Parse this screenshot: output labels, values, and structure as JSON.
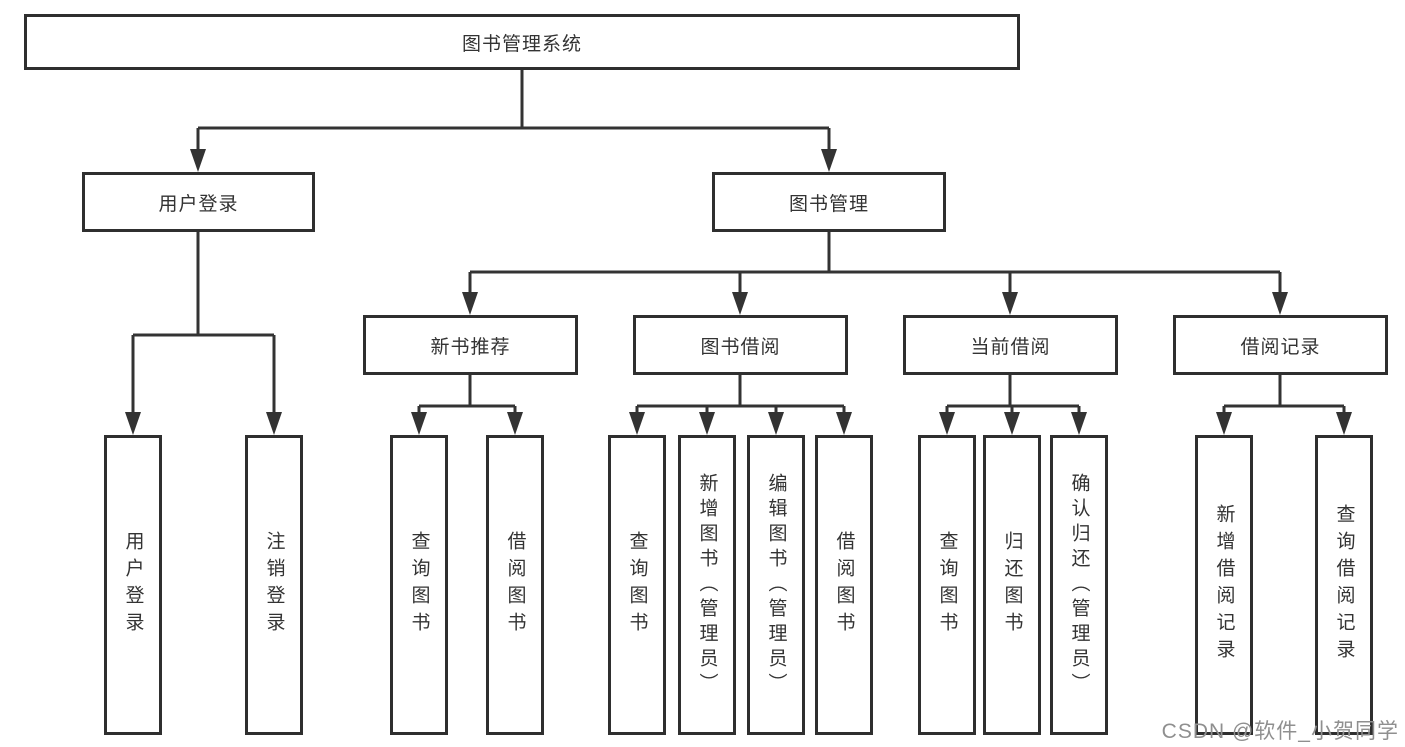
{
  "style": {
    "background": "#ffffff",
    "box_border_color": "#2f2f2f",
    "line_color": "#333333",
    "text_color": "#333333"
  },
  "watermark": {
    "text": "CSDN @软件_小贺同学",
    "color": "#8f8f8f"
  },
  "tree": {
    "label": "图书管理系统",
    "children": [
      {
        "label": "用户登录",
        "children": [
          {
            "label": "用户登录"
          },
          {
            "label": "注销登录"
          }
        ]
      },
      {
        "label": "图书管理",
        "children": [
          {
            "label": "新书推荐",
            "children": [
              {
                "label": "查询图书"
              },
              {
                "label": "借阅图书"
              }
            ]
          },
          {
            "label": "图书借阅",
            "children": [
              {
                "label": "查询图书"
              },
              {
                "label": "新增图书（管理员）"
              },
              {
                "label": "编辑图书（管理员）"
              },
              {
                "label": "借阅图书"
              }
            ]
          },
          {
            "label": "当前借阅",
            "children": [
              {
                "label": "查询图书"
              },
              {
                "label": "归还图书"
              },
              {
                "label": "确认归还（管理员）"
              }
            ]
          },
          {
            "label": "借阅记录",
            "children": [
              {
                "label": "新增借阅记录"
              },
              {
                "label": "查询借阅记录"
              }
            ]
          }
        ]
      }
    ]
  }
}
